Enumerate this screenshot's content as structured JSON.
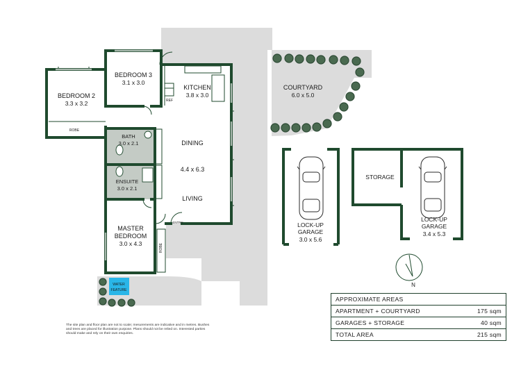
{
  "rooms": {
    "bedroom2": {
      "name": "BEDROOM 2",
      "size": "3.3 x 3.2"
    },
    "bedroom3": {
      "name": "BEDROOM 3",
      "size": "3.1 x 3.0"
    },
    "kitchen": {
      "name": "KITCHEN",
      "size": "3.8 x 3.0"
    },
    "courtyard": {
      "name": "COURTYARD",
      "size": "6.0 x 5.0"
    },
    "bath": {
      "name": "BATH",
      "size": "3.0 x 2.1"
    },
    "ensuite": {
      "name": "ENSUITE",
      "size": "3.0 x 2.1"
    },
    "dining": {
      "name": "DINING"
    },
    "living_size": "4.4 x 6.3",
    "living": {
      "name": "LIVING"
    },
    "master": {
      "name1": "MASTER",
      "name2": "BEDROOM",
      "size": "3.0 x 4.3"
    },
    "storage": {
      "name": "STORAGE"
    },
    "garage1": {
      "name1": "LOCK-UP",
      "name2": "GARAGE",
      "size": "3.0 x 5.6"
    },
    "garage2": {
      "name1": "LOCK-UP",
      "name2": "GARAGE",
      "size": "3.4 x 5.3"
    },
    "water_feature": {
      "line1": "WATER",
      "line2": "FEATURE"
    }
  },
  "small_labels": {
    "robe": "ROBE",
    "ref": "REF",
    "entry": "ENTRY",
    "robe_master": "ROBE"
  },
  "compass": {
    "label": "N"
  },
  "areas": {
    "heading": "APPROXIMATE AREAS",
    "rows": [
      {
        "label": "APARTMENT + COURTYARD",
        "value": "175 sqm"
      },
      {
        "label": "GARAGES + STORAGE",
        "value": "40 sqm"
      },
      {
        "label": "TOTAL AREA",
        "value": "215 sqm"
      }
    ]
  },
  "disclaimer": "The site plan and floor plan are not to scale; mesurements are indicative and in metres. Bushes and trees are placed for illustration purpose. Plans should not be relied on. Interested parties should make and rely on their own enquiries.",
  "colors": {
    "wall": "#1f4a2e",
    "wet_area": "#c4cbc5",
    "outdoor": "#dcdcdc",
    "tree": "#2d4a35",
    "water": "#29b6e8"
  }
}
